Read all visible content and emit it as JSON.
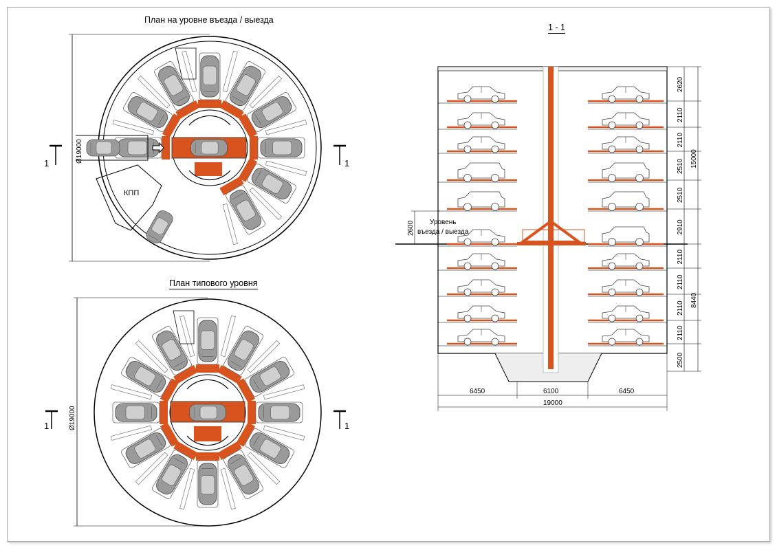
{
  "drawing": {
    "plan_entry_title": "План на уровне въезда / выезда",
    "plan_typical_title": "План типового уровня",
    "section_title": "1 - 1",
    "diameter_label": "Ø19000",
    "section_mark": "1",
    "checkpoint_label": "КПП",
    "entry_level_label_line1": "Уровень",
    "entry_level_label_line2": "въезда / выезда",
    "entry_level_height": "2600",
    "right_level_dims": [
      "2620",
      "2110",
      "2110",
      "2510",
      "2510",
      "2910",
      "2110",
      "2110",
      "2110",
      "2110"
    ],
    "right_total_upper": "15000",
    "right_total_lower": "8440",
    "pit_dim": "2500",
    "bottom_dims": [
      "6450",
      "6100",
      "6450"
    ],
    "bottom_total": "19000",
    "colors": {
      "accent": "#d9531e",
      "line": "#000000",
      "car": "#9a9a9a"
    }
  }
}
